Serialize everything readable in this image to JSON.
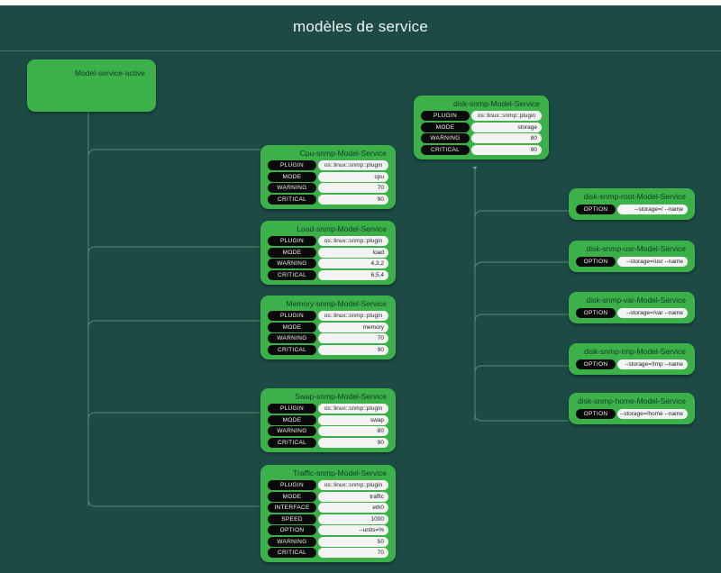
{
  "header": {
    "title": "modèles de service"
  },
  "colors": {
    "board": "#1d4a45",
    "node": "#3cb14a",
    "wire": "#5f9d7f",
    "key_pill": "#0a0a0a",
    "value_pill": "#f4f4f4",
    "title_text": "#eef5f3"
  },
  "root": {
    "label": "Model-service-active"
  },
  "nodes": [
    {
      "id": "cpu",
      "title": "Cpu-snmp-Model-Service",
      "rows": [
        {
          "key": "PLUGIN",
          "value": "os::linux::snmp::plugin"
        },
        {
          "key": "MODE",
          "value": "cpu"
        },
        {
          "key": "WARNING",
          "value": "70"
        },
        {
          "key": "CRITICAL",
          "value": "90"
        }
      ]
    },
    {
      "id": "load",
      "title": "Load-snmp-Model-Service",
      "rows": [
        {
          "key": "PLUGIN",
          "value": "os::linux::snmp::plugin"
        },
        {
          "key": "MODE",
          "value": "load"
        },
        {
          "key": "WARNING",
          "value": "4,3,2"
        },
        {
          "key": "CRITICAL",
          "value": "6,5,4"
        }
      ]
    },
    {
      "id": "memory",
      "title": "Memory-snmp-Model-Service",
      "rows": [
        {
          "key": "PLUGIN",
          "value": "os::linux::snmp::plugin"
        },
        {
          "key": "MODE",
          "value": "memory"
        },
        {
          "key": "WARNING",
          "value": "70"
        },
        {
          "key": "CRITICAL",
          "value": "90"
        }
      ]
    },
    {
      "id": "swap",
      "title": "Swap-snmp-Model-Service",
      "rows": [
        {
          "key": "PLUGIN",
          "value": "os::linux::snmp::plugin"
        },
        {
          "key": "MODE",
          "value": "swap"
        },
        {
          "key": "WARNING",
          "value": "80"
        },
        {
          "key": "CRITICAL",
          "value": "90"
        }
      ]
    },
    {
      "id": "traffic",
      "title": "Traffic-snmp-Model-Service",
      "rows": [
        {
          "key": "PLUGIN",
          "value": "os::linux::snmp::plugin"
        },
        {
          "key": "MODE",
          "value": "traffic"
        },
        {
          "key": "INTERFACE",
          "value": "eth0"
        },
        {
          "key": "SPEED",
          "value": "1000"
        },
        {
          "key": "OPTION",
          "value": "--units=%"
        },
        {
          "key": "WARNING",
          "value": "50"
        },
        {
          "key": "CRITICAL",
          "value": "70"
        }
      ]
    }
  ],
  "disk_parent": {
    "id": "disk",
    "title": "disk-snmp-Model-Service",
    "rows": [
      {
        "key": "PLUGIN",
        "value": "os::linux::snmp::plugin"
      },
      {
        "key": "MODE",
        "value": "storage"
      },
      {
        "key": "WARNING",
        "value": "80"
      },
      {
        "key": "CRITICAL",
        "value": "90"
      }
    ]
  },
  "disk_children": [
    {
      "id": "disk-root",
      "title": "disk-snmp-root-Model-Service",
      "rows": [
        {
          "key": "OPTION",
          "value": "--storage=/ --name"
        }
      ]
    },
    {
      "id": "disk-usr",
      "title": "disk-snmp-usr-Model-Service",
      "rows": [
        {
          "key": "OPTION",
          "value": "--storage=/usr --name"
        }
      ]
    },
    {
      "id": "disk-var",
      "title": "disk-snmp-var-Model-Service",
      "rows": [
        {
          "key": "OPTION",
          "value": "--storage=/var --name"
        }
      ]
    },
    {
      "id": "disk-tmp",
      "title": "disk-snmp-tmp-Model-Service",
      "rows": [
        {
          "key": "OPTION",
          "value": "--storage=/tmp --name"
        }
      ]
    },
    {
      "id": "disk-home",
      "title": "disk-snmp-home-Model-Service",
      "rows": [
        {
          "key": "OPTION",
          "value": "--storage=/home --name"
        }
      ]
    }
  ]
}
